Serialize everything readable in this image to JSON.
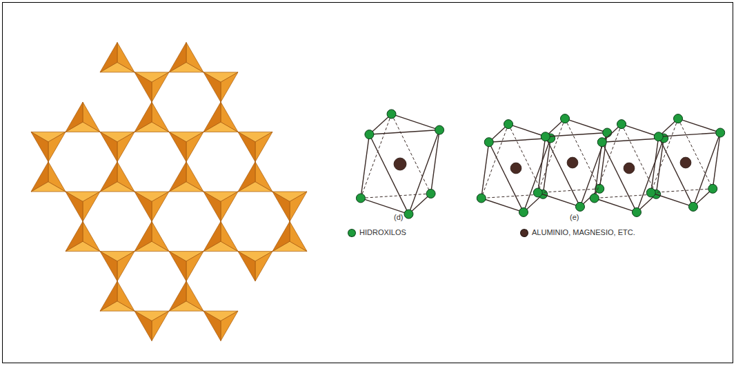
{
  "diagram": {
    "labels": [
      "(d)",
      "(e)"
    ],
    "legend": [
      {
        "text": "HIDROXILOS",
        "color": "#1e9b3c"
      },
      {
        "text": "ALUMINIO, MAGNESIO, ETC.",
        "color": "#4a2b24"
      }
    ]
  }
}
